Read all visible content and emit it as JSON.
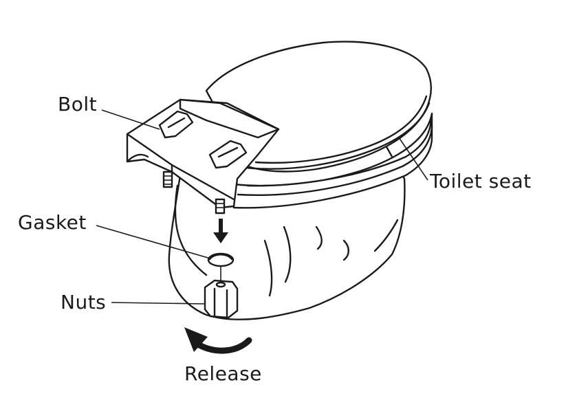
{
  "labels": {
    "bolt": "Bolt",
    "toilet_seat": "Toilet seat",
    "gasket": "Gasket",
    "nuts": "Nuts",
    "release": "Release"
  },
  "colors": {
    "line": "#1a1a1a",
    "background": "#ffffff"
  },
  "icons": {
    "release_arrow": "counterclockwise-arrow-icon",
    "down_arrow": "down-arrow-icon"
  }
}
